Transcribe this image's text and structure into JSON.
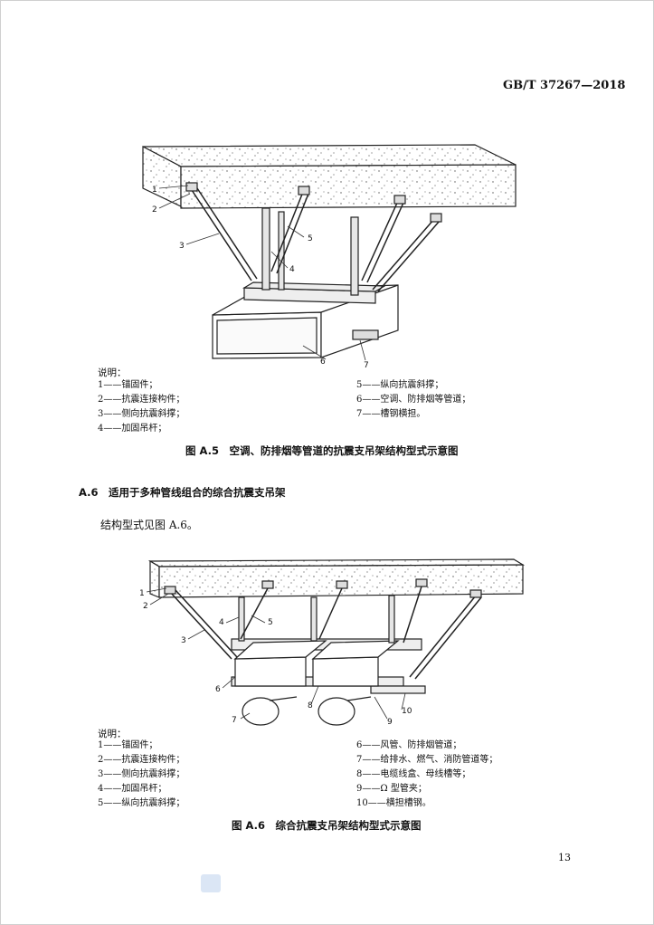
{
  "header": {
    "standard_code": "GB/T 37267—2018"
  },
  "figure_a5": {
    "legend_title": "说明：",
    "legend": [
      "1——锚固件；",
      "2——抗震连接构件；",
      "3——侧向抗震斜撑；",
      "4——加固吊杆；",
      "5——纵向抗震斜撑；",
      "6——空调、防排烟等管道；",
      "7——槽钢横担。"
    ],
    "callouts": [
      "1",
      "2",
      "3",
      "4",
      "5",
      "6",
      "7"
    ],
    "caption": "图 A.5　空调、防排烟等管道的抗震支吊架结构型式示意图"
  },
  "section_a6": {
    "heading": "A.6　适用于多种管线组合的综合抗震支吊架",
    "paragraph": "结构型式见图 A.6。"
  },
  "figure_a6": {
    "legend_title": "说明：",
    "legend": [
      "1——锚固件；",
      "2——抗震连接构件；",
      "3——侧向抗震斜撑；",
      "4——加固吊杆；",
      "5——纵向抗震斜撑；",
      "6——风管、防排烟管道；",
      "7——给排水、燃气、消防管道等；",
      "8——电缆线盒、母线槽等；",
      "9——Ω 型管夹；",
      "10——横担槽钢。"
    ],
    "callouts": [
      "1",
      "2",
      "3",
      "4",
      "5",
      "6",
      "7",
      "8",
      "9",
      "10"
    ],
    "caption": "图 A.6　综合抗震支吊架结构型式示意图"
  },
  "footer": {
    "page_number": "13"
  }
}
